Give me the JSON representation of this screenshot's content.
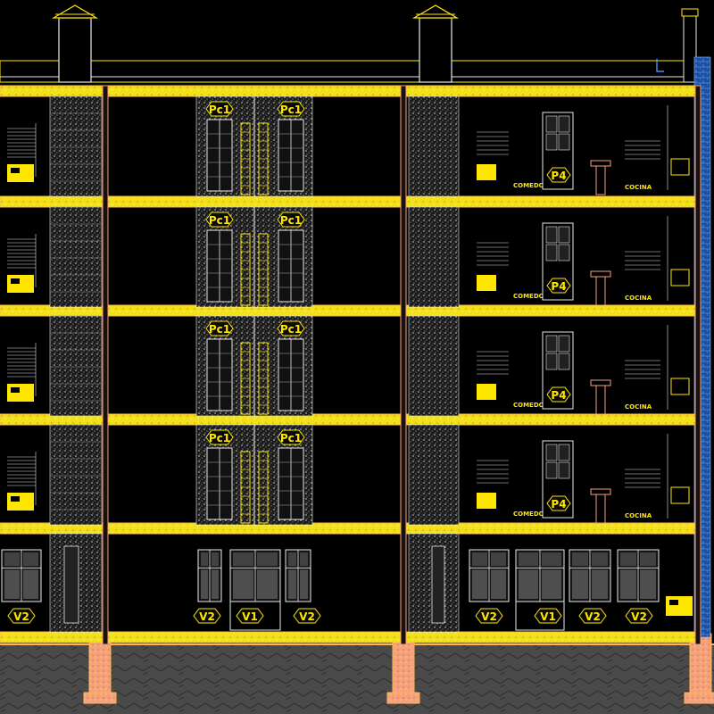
{
  "drawing": {
    "colors": {
      "background": "#000000",
      "slab": "#f2e11a",
      "slab_edge": "#ffb84d",
      "line_white": "#e8e8e8",
      "line_yellow": "#ffe600",
      "cyan_hatch": "#4a90ff",
      "ground": "#6e6e6e",
      "footing": "#f5a27a",
      "label_fill": "#0a0a0a"
    },
    "labels": {
      "pc1": "Pc1",
      "p4": "P4",
      "v1": "V1",
      "v2": "V2",
      "comedor": "COMEDOR",
      "cocina": "COCINA"
    },
    "upper_floor_count": 4,
    "ground_floor_count": 1
  }
}
